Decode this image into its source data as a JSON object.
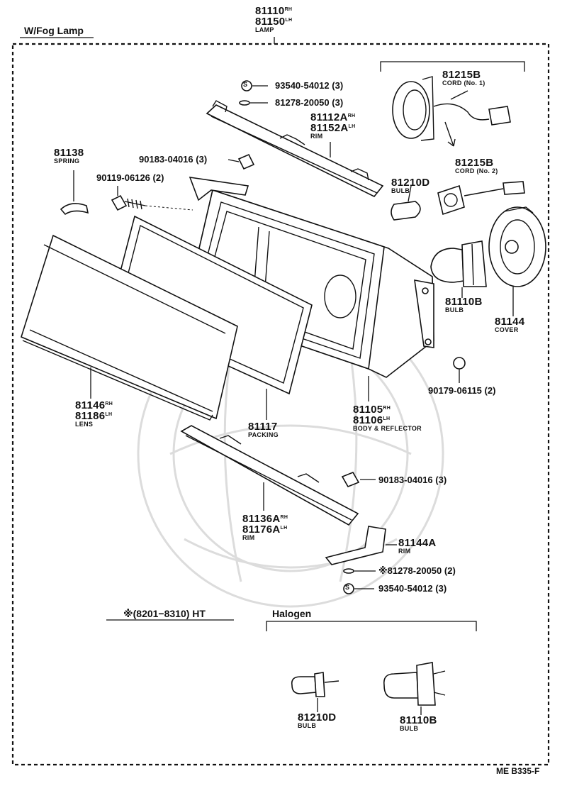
{
  "variant_label": "W/Fog Lamp",
  "lamp": {
    "part_rh": "81110",
    "tag_rh": "RH",
    "part_lh": "81150",
    "tag_lh": "LH",
    "caption": "LAMP"
  },
  "parts": {
    "p93540_top": {
      "symbol": "S",
      "part": "93540-54012",
      "qty": "(3)"
    },
    "p81278_top": {
      "part": "81278-20050",
      "qty": "(3)"
    },
    "p81112A": {
      "part_rh": "81112A",
      "tag_rh": "RH",
      "part_lh": "81152A",
      "tag_lh": "LH",
      "caption": "RIM"
    },
    "p81138": {
      "part": "81138",
      "caption": "SPRING"
    },
    "p90183_top": {
      "part": "90183-04016",
      "qty": "(3)"
    },
    "p90119": {
      "part": "90119-06126",
      "qty": "(2)"
    },
    "p81215B_1": {
      "part": "81215B",
      "caption": "CORD (No. 1)"
    },
    "p81215B_2": {
      "part": "81215B",
      "caption": "CORD (No. 2)"
    },
    "p81210D": {
      "part": "81210D",
      "caption": "BULB"
    },
    "p81110B": {
      "part": "81110B",
      "caption": "BULB"
    },
    "p81144": {
      "part": "81144",
      "caption": "COVER"
    },
    "p90179": {
      "part": "90179-06115",
      "qty": "(2)"
    },
    "p81146": {
      "part_rh": "81146",
      "tag_rh": "RH",
      "part_lh": "81186",
      "tag_lh": "LH",
      "caption": "LENS"
    },
    "p81117": {
      "part": "81117",
      "caption": "PACKING"
    },
    "p81105": {
      "part_rh": "81105",
      "tag_rh": "RH",
      "part_lh": "81106",
      "tag_lh": "LH",
      "caption": "BODY & REFLECTOR"
    },
    "p90183_bot": {
      "part": "90183-04016",
      "qty": "(3)"
    },
    "p81136A": {
      "part_rh": "81136A",
      "tag_rh": "RH",
      "part_lh": "81176A",
      "tag_lh": "LH",
      "caption": "RIM"
    },
    "p81144A": {
      "part": "81144A",
      "caption": "RIM"
    },
    "p81278_bot": {
      "mark": "※",
      "part": "81278-20050",
      "qty": "(2)"
    },
    "p93540_bot": {
      "symbol": "S",
      "part": "93540-54012",
      "qty": "(3)"
    }
  },
  "footnote": {
    "mark": "※",
    "text": "(8201−8310) HT"
  },
  "halogen": {
    "title": "Halogen",
    "bulb_a": {
      "part": "81210D",
      "caption": "BULB"
    },
    "bulb_b": {
      "part": "81110B",
      "caption": "BULB"
    }
  },
  "figure_code": "ME B335-F"
}
